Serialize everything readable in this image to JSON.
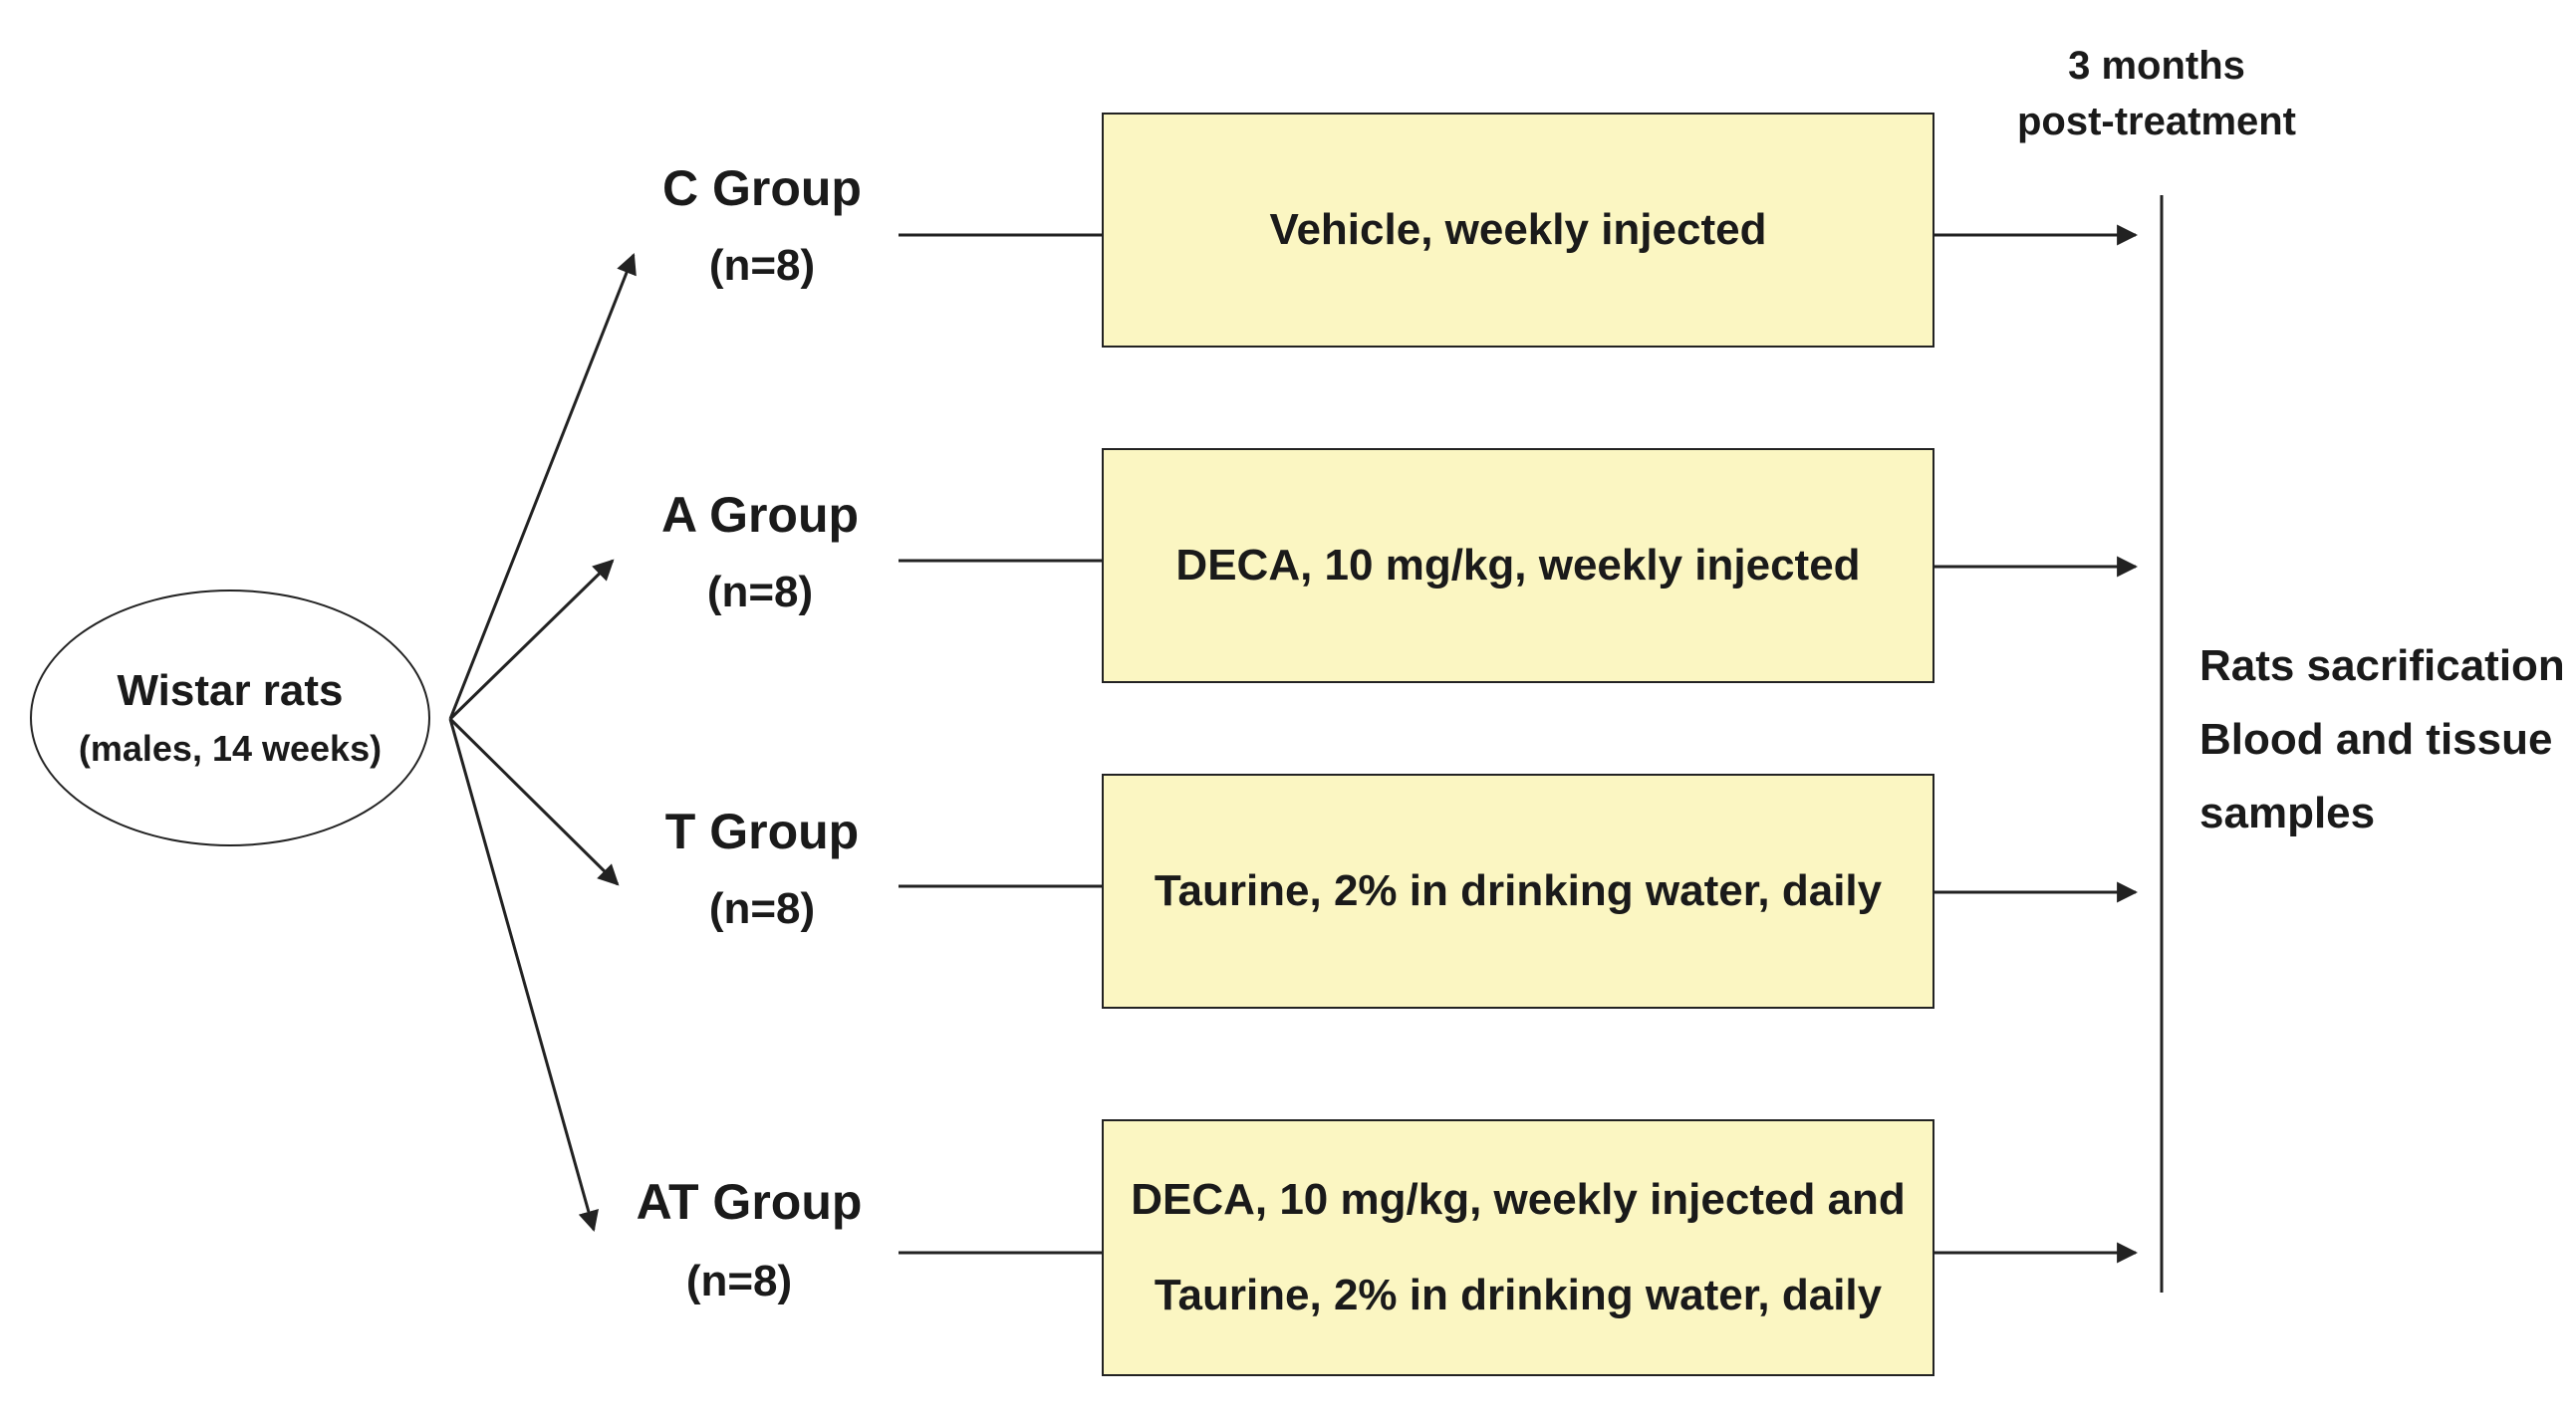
{
  "start": {
    "title": "Wistar rats",
    "subtitle": "(males, 14 weeks)"
  },
  "groups": [
    {
      "name": "C Group",
      "n": "(n=8)",
      "treatment": [
        "Vehicle, weekly injected"
      ]
    },
    {
      "name": "A Group",
      "n": "(n=8)",
      "treatment": [
        "DECA, 10 mg/kg, weekly injected"
      ]
    },
    {
      "name": "T Group",
      "n": "(n=8)",
      "treatment": [
        "Taurine, 2% in drinking water, daily"
      ]
    },
    {
      "name": "AT Group",
      "n": "(n=8)",
      "treatment": [
        "DECA, 10 mg/kg, weekly injected and",
        "Taurine, 2% in drinking water, daily"
      ]
    }
  ],
  "duration": {
    "line1": "3 months",
    "line2": "post-treatment"
  },
  "result": {
    "line1": "Rats sacrification",
    "line2": "Blood and tissue",
    "line3": "samples"
  },
  "colors": {
    "box_fill": "#fbf6c2",
    "stroke": "#222222"
  }
}
